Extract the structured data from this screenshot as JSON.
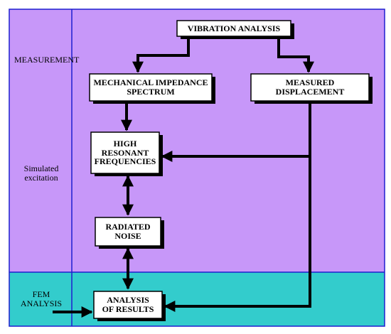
{
  "colors": {
    "measurement_band": "#c797f9",
    "fem_band": "#33cccc",
    "frame_border": "#1f1fcf",
    "box_fill": "#ffffff",
    "line": "#000000"
  },
  "side_labels": {
    "measurement": "MEASUREMENT",
    "simulated_line1": "Simulated",
    "simulated_line2": "excitation",
    "fem_line1": "FEM",
    "fem_line2": "ANALYSIS"
  },
  "boxes": {
    "vibration": {
      "line1": "VIBRATION ANALYSIS"
    },
    "impedance": {
      "line1": "MECHANICAL IMPEDANCE",
      "line2": "SPECTRUM"
    },
    "displacement": {
      "line1": "MEASURED",
      "line2": "DISPLACEMENT"
    },
    "resonant": {
      "line1": "HIGH",
      "line2": "RESONANT",
      "line3": "FREQUENCIES"
    },
    "noise": {
      "line1": "RADIATED",
      "line2": "NOISE"
    },
    "results": {
      "line1": "ANALYSIS",
      "line2": "OF RESULTS"
    }
  }
}
